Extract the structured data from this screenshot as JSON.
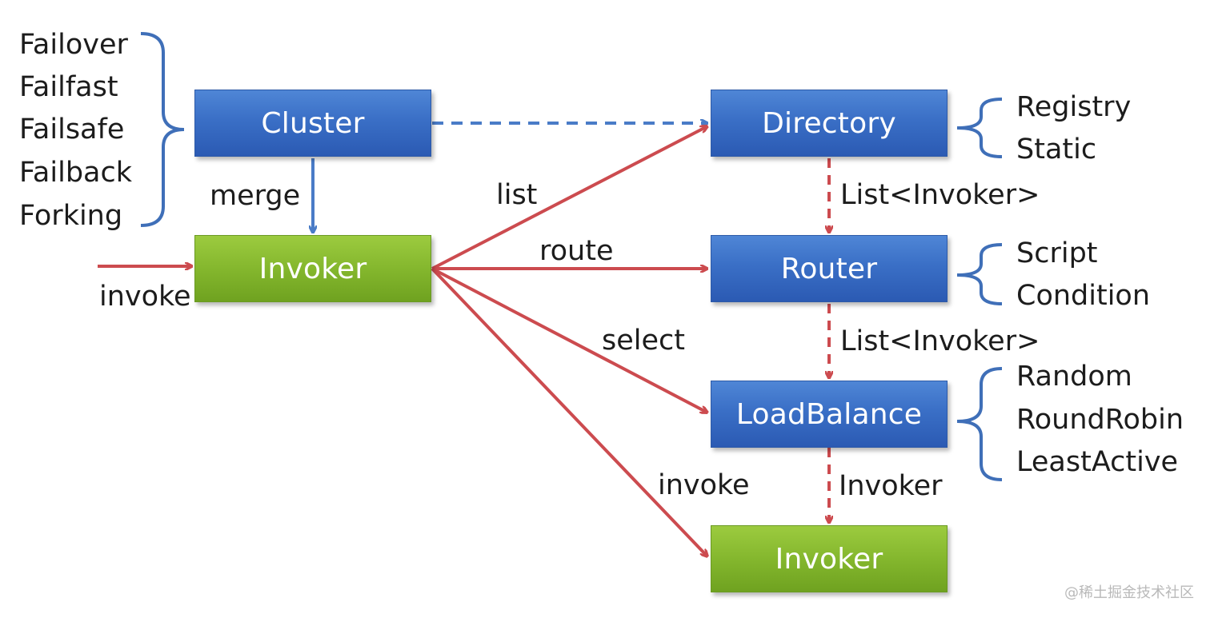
{
  "nodes": {
    "cluster": "Cluster",
    "directory": "Directory",
    "invoker_main": "Invoker",
    "router": "Router",
    "loadbalance": "LoadBalance",
    "invoker_target": "Invoker"
  },
  "edge_labels": {
    "merge": "merge",
    "invoke_in": "invoke",
    "list": "list",
    "route": "route",
    "select": "select",
    "invoke_out": "invoke",
    "dir_to_router": "List<Invoker>",
    "router_to_lb": "List<Invoker>",
    "lb_to_invoker": "Invoker"
  },
  "groups": {
    "cluster_impls": [
      "Failover",
      "Failfast",
      "Failsafe",
      "Failback",
      "Forking"
    ],
    "directory_impls": [
      "Registry",
      "Static"
    ],
    "router_impls": [
      "Script",
      "Condition"
    ],
    "loadbalance_impls": [
      "Random",
      "RoundRobin",
      "LeastActive"
    ]
  },
  "colors": {
    "box_blue": "#3a6fc6",
    "box_green": "#82b52c",
    "arrow_red": "#cc4b4f",
    "arrow_blue": "#4a7cc7",
    "brace_blue": "#3f6fb8"
  },
  "watermark": "@稀土掘金技术社区"
}
